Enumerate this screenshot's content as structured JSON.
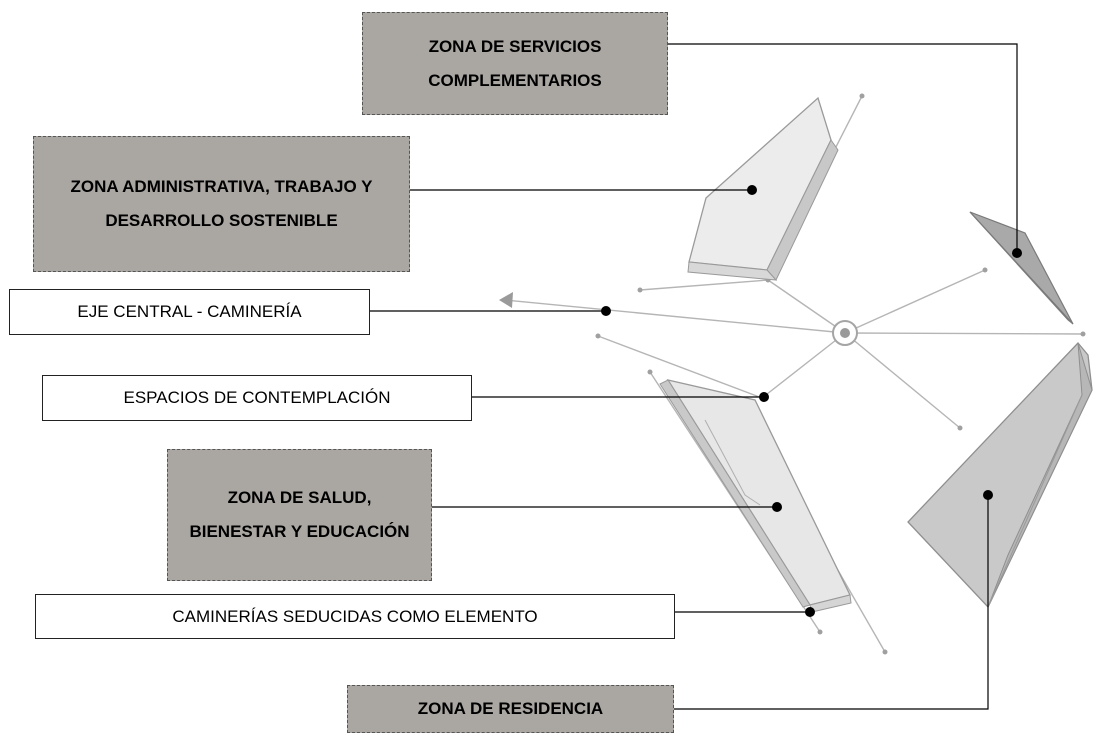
{
  "labels": {
    "servicios": "ZONA DE SERVICIOS COMPLEMENTARIOS",
    "administrativa": "ZONA ADMINISTRATIVA, TRABAJO Y DESARROLLO SOSTENIBLE",
    "eje": "EJE CENTRAL - CAMINERÍA",
    "contemplacion": "ESPACIOS DE CONTEMPLACIÓN",
    "salud": "ZONA DE SALUD, BIENESTAR Y EDUCACIÓN",
    "caminerias": "CAMINERÍAS SEDUCIDAS COMO ELEMENTO",
    "residencia": "ZONA DE RESIDENCIA"
  },
  "colors": {
    "zone_fill": "#aaa6a2",
    "volume_fill": "#e9e9e9",
    "volume_dark": "#a9a9a9",
    "line": "#000000"
  }
}
